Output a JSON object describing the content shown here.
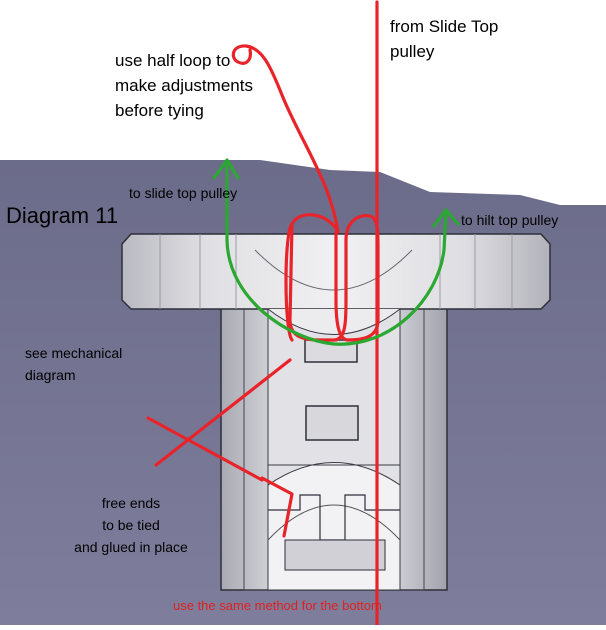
{
  "title": "Diagram 11",
  "labels": {
    "from_slide_top_pulley": "from Slide Top\npulley",
    "half_loop": "use half loop to\nmake adjustments\nbefore tying",
    "to_slide_top_pulley": "to slide top pulley",
    "to_hilt_top_pulley": "to hilt top pulley",
    "see_mechanical": "see mechanical\ndiagram",
    "free_ends": "free ends\nto be tied\nand glued in place",
    "bottom_note": "use the same method for the bottom"
  },
  "colors": {
    "background_top": "#ffffff",
    "background_bottom": "#595978",
    "string_red": "#e8242a",
    "string_green": "#2aa832",
    "part_fill": "#d8d8dc",
    "part_edge": "#33333d"
  }
}
